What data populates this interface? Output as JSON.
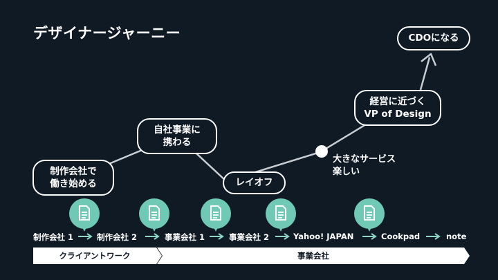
{
  "title": "デザイナージャーニー",
  "nodes": {
    "start": "制作会社で\n働き始める",
    "jisha": "自社事業に\n携わる",
    "layoff": "レイオフ",
    "vp": "経営に近づく\nVP of Design",
    "cdo": "CDOになる"
  },
  "milestone_text": "大きなサービス\n楽しい",
  "timeline": [
    "制作会社 1",
    "制作会社 2",
    "事業会社 1",
    "事業会社 2",
    "Yahoo! JAPAN",
    "Cookpad",
    "note"
  ],
  "bands": [
    "クライアントワーク",
    "事業会社"
  ],
  "icons": {
    "badge": "document-icon",
    "arrow": "arrow-right-icon"
  },
  "colors": {
    "background": "#0f1a24",
    "accent": "#6fc9b4",
    "text": "#ffffff"
  }
}
